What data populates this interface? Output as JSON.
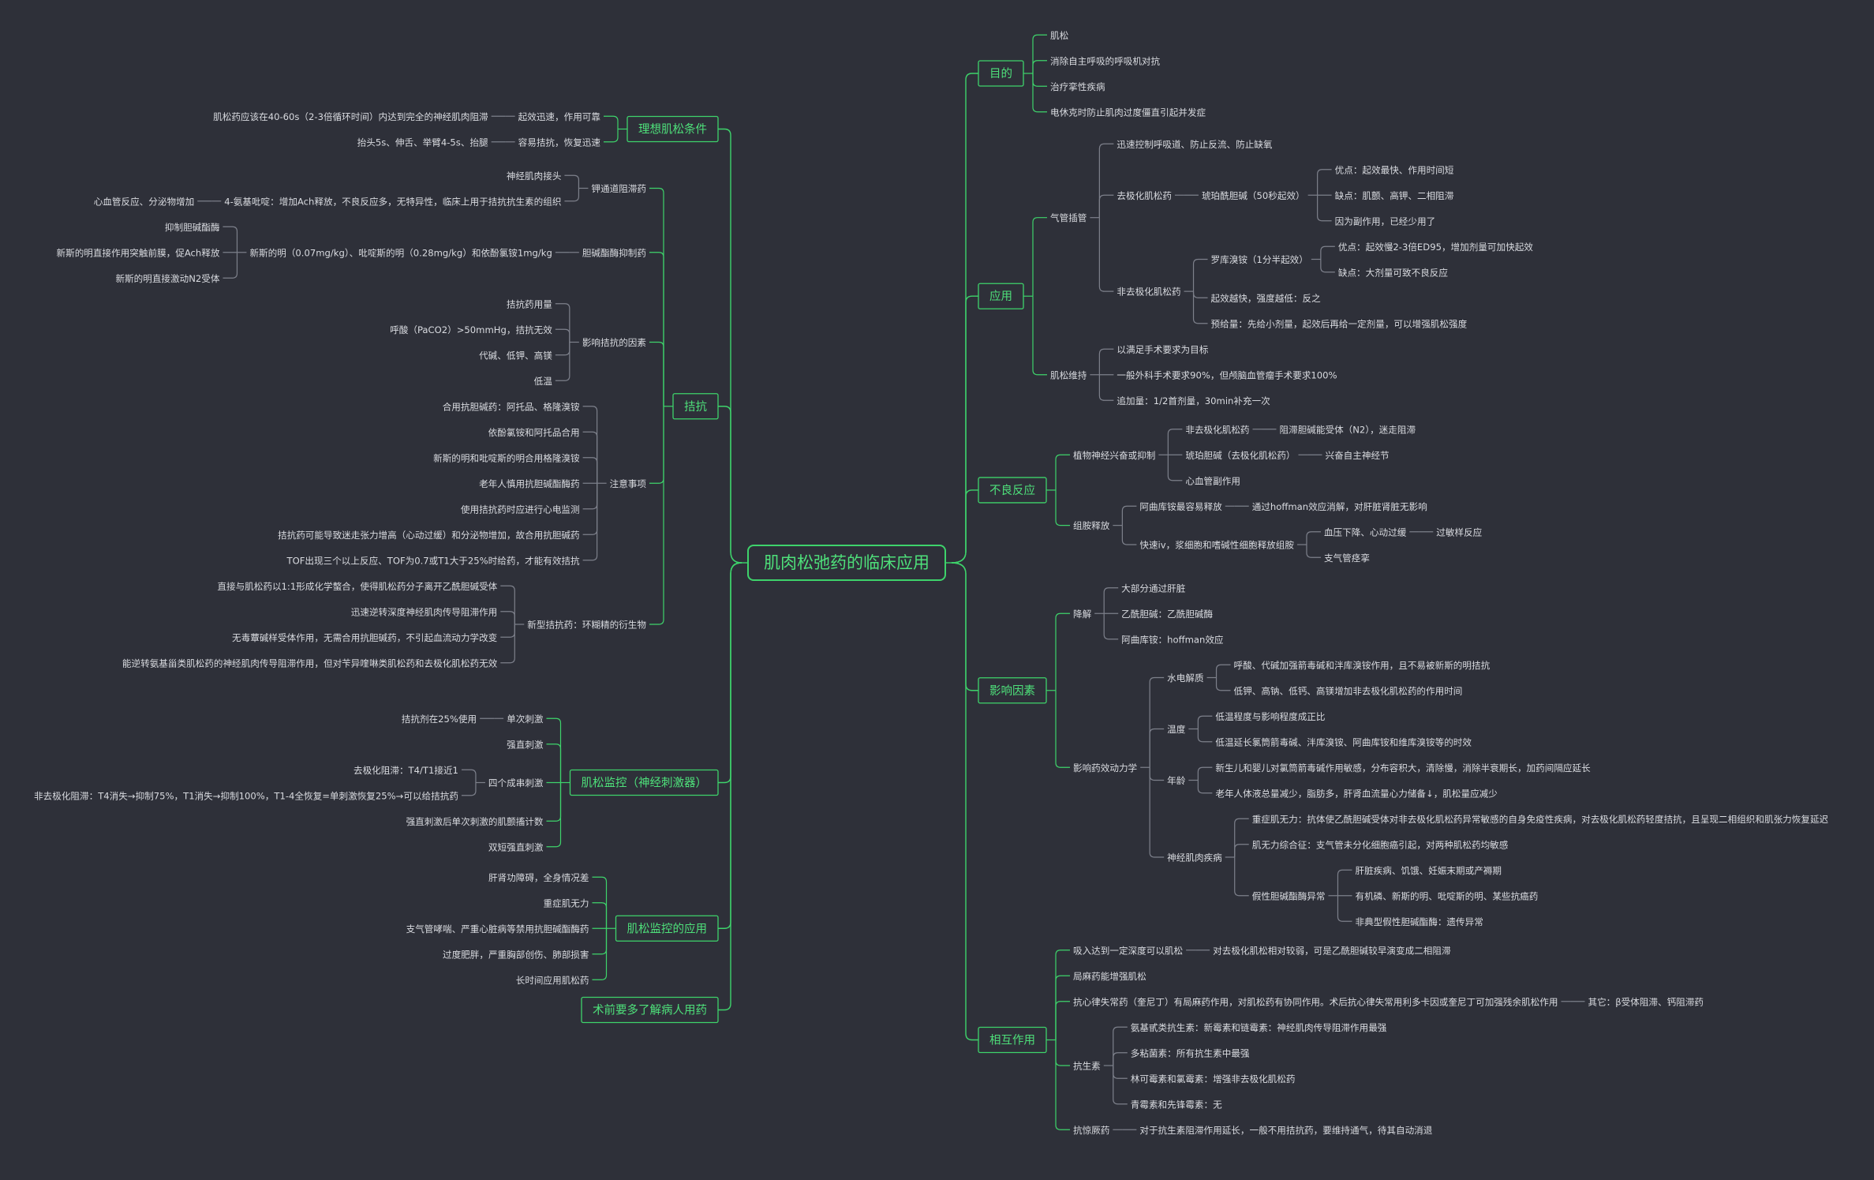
{
  "title": "肌肉松弛药的临床应用",
  "colors": {
    "background": "#2e3039",
    "accent": "#3ed36b",
    "text": "#d9dbe0",
    "line": "#7d808b"
  },
  "right": [
    {
      "label": "目的",
      "children": [
        {
          "label": "肌松"
        },
        {
          "label": "消除自主呼吸的呼吸机对抗"
        },
        {
          "label": "治疗挛性疾病"
        },
        {
          "label": "电休克时防止肌肉过度僵直引起并发症"
        }
      ]
    },
    {
      "label": "应用",
      "children": [
        {
          "label": "气管插管",
          "children": [
            {
              "label": "迅速控制呼吸道、防止反流、防止缺氧"
            },
            {
              "label": "去极化肌松药",
              "children": [
                {
                  "label": "琥珀酰胆碱（50秒起效）",
                  "children": [
                    {
                      "label": "优点：起效最快、作用时间短"
                    },
                    {
                      "label": "缺点：肌颤、高钾、二相阻滞"
                    },
                    {
                      "label": "因为副作用，已经少用了"
                    }
                  ]
                }
              ]
            },
            {
              "label": "非去极化肌松药",
              "children": [
                {
                  "label": "罗库溴铵（1分半起效）",
                  "children": [
                    {
                      "label": "优点：起效慢2-3倍ED95，增加剂量可加快起效"
                    },
                    {
                      "label": "缺点：大剂量可致不良反应"
                    }
                  ]
                },
                {
                  "label": "起效越快，强度越低：反之"
                },
                {
                  "label": "预给量：先给小剂量，起效后再给一定剂量，可以增强肌松强度"
                }
              ]
            }
          ]
        },
        {
          "label": "肌松维持",
          "children": [
            {
              "label": "以满足手术要求为目标"
            },
            {
              "label": "一般外科手术要求90%，但颅脑血管瘤手术要求100%"
            },
            {
              "label": "追加量：1/2首剂量，30min补充一次"
            }
          ]
        }
      ]
    },
    {
      "label": "不良反应",
      "children": [
        {
          "label": "植物神经兴奋或抑制",
          "children": [
            {
              "label": "非去极化肌松药",
              "children": [
                {
                  "label": "阻滞胆碱能受体（N2），迷走阻滞"
                }
              ]
            },
            {
              "label": "琥珀胆碱（去极化肌松药）",
              "children": [
                {
                  "label": "兴奋自主神经节"
                }
              ]
            },
            {
              "label": "心血管副作用"
            }
          ]
        },
        {
          "label": "组胺释放",
          "children": [
            {
              "label": "阿曲库铵最容易释放",
              "children": [
                {
                  "label": "通过hoffman效应消解，对肝脏肾脏无影响"
                }
              ]
            },
            {
              "label": "快速iv，浆细胞和嗜碱性细胞释放组胺",
              "children": [
                {
                  "label": "血压下降、心动过缓",
                  "children": [
                    {
                      "label": "过敏样反应"
                    }
                  ]
                },
                {
                  "label": "支气管痉挛"
                }
              ]
            }
          ]
        }
      ]
    },
    {
      "label": "影响因素",
      "children": [
        {
          "label": "降解",
          "children": [
            {
              "label": "大部分通过肝脏"
            },
            {
              "label": "乙酰胆碱：乙酰胆碱酶"
            },
            {
              "label": "阿曲库铵：hoffman效应"
            }
          ]
        },
        {
          "label": "影响药效动力学",
          "children": [
            {
              "label": "水电解质",
              "children": [
                {
                  "label": "呼酸、代碱加强箭毒碱和泮库溴铵作用，且不易被新斯的明拮抗"
                },
                {
                  "label": "低钾、高钠、低钙、高镁增加非去极化肌松药的作用时间"
                }
              ]
            },
            {
              "label": "温度",
              "children": [
                {
                  "label": "低温程度与影响程度成正比"
                },
                {
                  "label": "低温延长氯筒箭毒碱、泮库溴铵、阿曲库铵和维库溴铵等的时效"
                }
              ]
            },
            {
              "label": "年龄",
              "children": [
                {
                  "label": "新生儿和婴儿对氯筒箭毒碱作用敏感，分布容积大，清除慢，消除半衰期长，加药间隔应延长"
                },
                {
                  "label": "老年人体液总量减少，脂肪多，肝肾血流量心力储备↓，肌松量应减少"
                }
              ]
            },
            {
              "label": "神经肌肉疾病",
              "children": [
                {
                  "label": "重症肌无力：抗体使乙酰胆碱受体对非去极化肌松药异常敏感的自身免疫性疾病，对去极化肌松药轻度拮抗，且呈现二相组织和肌张力恢复延迟"
                },
                {
                  "label": "肌无力综合征：支气管未分化细胞癌引起，对两种肌松药均敏感"
                },
                {
                  "label": "假性胆碱酯酶异常",
                  "children": [
                    {
                      "label": "肝脏疾病、饥饿、妊娠末期或产褥期"
                    },
                    {
                      "label": "有机磷、新斯的明、吡啶斯的明、某些抗癌药"
                    },
                    {
                      "label": "非典型假性胆碱酯酶：遗传异常"
                    }
                  ]
                }
              ]
            }
          ]
        }
      ]
    },
    {
      "label": "相互作用",
      "children": [
        {
          "label": "吸入达到一定深度可以肌松",
          "children": [
            {
              "label": "对去极化肌松相对较弱，可是乙酰胆碱较早演变成二相阻滞"
            }
          ]
        },
        {
          "label": "局麻药能增强肌松"
        },
        {
          "label": "抗心律失常药（奎尼丁）有局麻药作用，对肌松药有协同作用。术后抗心律失常用利多卡因或奎尼丁可加强残余肌松作用",
          "children": [
            {
              "label": "其它：β受体阻滞、钙阻滞药"
            }
          ]
        },
        {
          "label": "抗生素",
          "children": [
            {
              "label": "氨基甙类抗生素：新霉素和链霉素：神经肌肉传导阻滞作用最强"
            },
            {
              "label": "多粘菌素：所有抗生素中最强"
            },
            {
              "label": "林可霉素和氯霉素：增强非去极化肌松药"
            },
            {
              "label": "青霉素和先锋霉素：无"
            }
          ]
        },
        {
          "label": "抗惊厥药",
          "children": [
            {
              "label": "对于抗生素阻滞作用延长，一般不用拮抗药，要维持通气，待其自动消退"
            }
          ]
        }
      ]
    }
  ],
  "left": [
    {
      "label": "理想肌松条件",
      "children": [
        {
          "label": "起效迅速，作用可靠",
          "children": [
            {
              "label": "肌松药应该在40-60s（2-3倍循环时间）内达到完全的神经肌肉阻滞"
            }
          ]
        },
        {
          "label": "容易拮抗，恢复迅速",
          "children": [
            {
              "label": "抬头5s、伸舌、举臂4-5s、抬腿"
            }
          ]
        }
      ]
    },
    {
      "label": "拮抗",
      "children": [
        {
          "label": "钾通道阻滞药",
          "children": [
            {
              "label": "神经肌肉接头"
            },
            {
              "label": "4-氨基吡啶：增加Ach释放，不良反应多，无特异性，临床上用于拮抗抗生素的组织",
              "children": [
                {
                  "label": "心血管反应、分泌物增加"
                }
              ]
            }
          ]
        },
        {
          "label": "胆碱酯酶抑制药",
          "children": [
            {
              "label": "新斯的明（0.07mg/kg）、吡啶斯的明（0.28mg/kg）和依酚氯铵1mg/kg",
              "children": [
                {
                  "label": "抑制胆碱酯酶"
                },
                {
                  "label": "新斯的明直接作用突触前膜，促Ach释放"
                },
                {
                  "label": "新斯的明直接激动N2受体"
                }
              ]
            }
          ]
        },
        {
          "label": "影响拮抗的因素",
          "children": [
            {
              "label": "拮抗药用量"
            },
            {
              "label": "呼酸（PaCO2）>50mmHg，拮抗无效"
            },
            {
              "label": "代碱、低钾、高镁"
            },
            {
              "label": "低温"
            }
          ]
        },
        {
          "label": "注意事项",
          "children": [
            {
              "label": "合用抗胆碱药：阿托品、格隆溴铵"
            },
            {
              "label": "依酚氯铵和阿托品合用"
            },
            {
              "label": "新斯的明和吡啶斯的明合用格隆溴铵"
            },
            {
              "label": "老年人慎用抗胆碱酯酶药"
            },
            {
              "label": "使用拮抗药时应进行心电监测"
            },
            {
              "label": "拮抗药可能导致迷走张力增高（心动过缓）和分泌物增加，故合用抗胆碱药"
            },
            {
              "label": "TOF出现三个以上反应、TOF为0.7或T1大于25%时给药，才能有效拮抗"
            }
          ]
        },
        {
          "label": "新型拮抗药：环糊精的衍生物",
          "children": [
            {
              "label": "直接与肌松药以1:1形成化学螯合，使得肌松药分子离开乙酰胆碱受体"
            },
            {
              "label": "迅速逆转深度神经肌肉传导阻滞作用"
            },
            {
              "label": "无毒蕈碱样受体作用，无需合用抗胆碱药，不引起血流动力学改变"
            },
            {
              "label": "能逆转氨基甾类肌松药的神经肌肉传导阻滞作用，但对苄异喹啉类肌松药和去极化肌松药无效"
            }
          ]
        }
      ]
    },
    {
      "label": "肌松监控（神经刺激器）",
      "children": [
        {
          "label": "单次刺激",
          "children": [
            {
              "label": "拮抗剂在25%使用"
            }
          ]
        },
        {
          "label": "强直刺激"
        },
        {
          "label": "四个成串刺激",
          "children": [
            {
              "label": "去极化阻滞：T4/T1接近1"
            },
            {
              "label": "非去极化阻滞：T4消失→抑制75%，T1消失→抑制100%，T1-4全恢复=单刺激恢复25%→可以给拮抗药"
            }
          ]
        },
        {
          "label": "强直刺激后单次刺激的肌颤搐计数"
        },
        {
          "label": "双短强直刺激"
        }
      ]
    },
    {
      "label": "肌松监控的应用",
      "children": [
        {
          "label": "肝肾功障碍，全身情况差"
        },
        {
          "label": "重症肌无力"
        },
        {
          "label": "支气管哮喘、严重心脏病等禁用抗胆碱酯酶药"
        },
        {
          "label": "过度肥胖，严重胸部创伤、肺部损害"
        },
        {
          "label": "长时间应用肌松药"
        }
      ]
    },
    {
      "label": "术前要多了解病人用药"
    }
  ]
}
